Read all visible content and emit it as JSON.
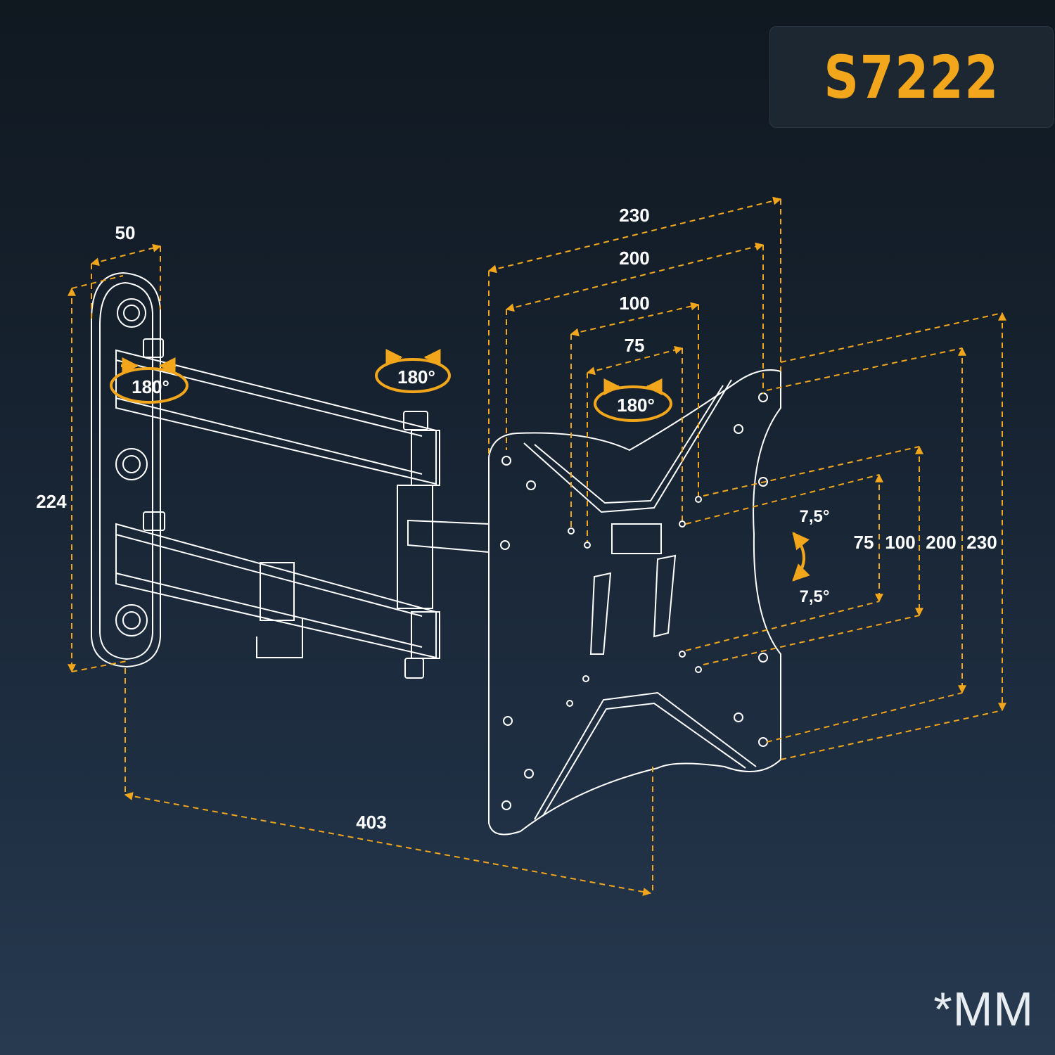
{
  "model": "S7222",
  "unit_note": "*MM",
  "colors": {
    "accent": "#f2a61b",
    "line": "#ffffff",
    "background": "#172331"
  },
  "dimensions": {
    "wall_plate_width": "50",
    "wall_plate_height": "224",
    "arm_extension": "403",
    "vesa_horizontal": [
      "230",
      "200",
      "100",
      "75"
    ],
    "vesa_vertical": [
      "75",
      "100",
      "200",
      "230"
    ]
  },
  "rotations": {
    "wall_pivot": "180°",
    "arm_pivot": "180°",
    "plate_swivel": "180°",
    "tilt_up": "7,5°",
    "tilt_down": "7,5°"
  }
}
